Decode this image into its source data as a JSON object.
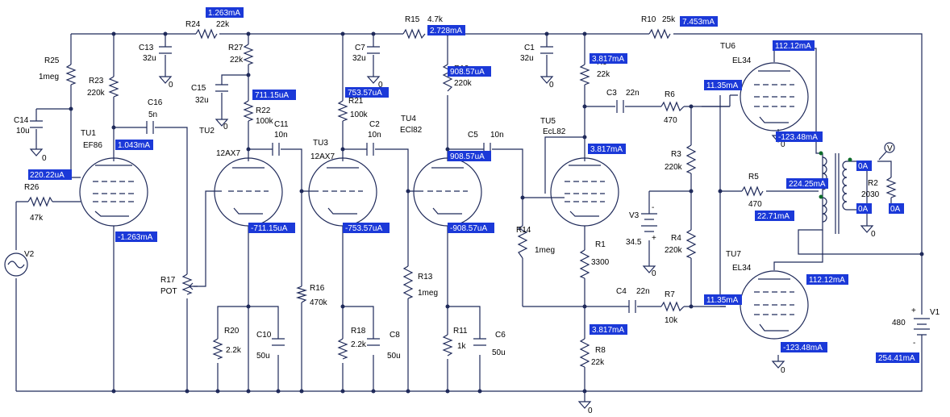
{
  "labels": {
    "R24": "R24",
    "R24v": "22k",
    "R25": "R25",
    "R25v": "1meg",
    "R23": "R23",
    "R23v": "220k",
    "C13": "C13",
    "C13v": "32u",
    "C14": "C14",
    "C14v": "10u",
    "C16": "C16",
    "C16v": "5n",
    "TU1": "TU1",
    "TU1t": "EF86",
    "R26": "R26",
    "R26v": "47k",
    "V2": "V2",
    "R27": "R27",
    "R27v": "22k",
    "C15": "C15",
    "C15v": "32u",
    "TU2": "TU2",
    "R22": "R22",
    "R22v": "100k",
    "C11": "C11",
    "C11v": "10n",
    "TU2t": "12AX7",
    "R17": "R17",
    "R17v": "POT",
    "R20": "R20",
    "R20v": "2.2k",
    "C10": "C10",
    "C10v": "50u",
    "R16": "R16",
    "R16v": "470k",
    "C7": "C7",
    "C7v": "32u",
    "R21": "R21",
    "R21v": "100k",
    "C2": "C2",
    "C2v": "10n",
    "TU3": "TU3",
    "TU3t": "12AX7",
    "R18": "R18",
    "R18v": "2.2k",
    "C8": "C8",
    "C8v": "50u",
    "R15": "R15",
    "R15v": "4.7k",
    "R13": "R13",
    "R13v": "1meg",
    "TU4": "TU4",
    "TU4t": "ECl82",
    "R12": "R12",
    "R12v": "220k",
    "C5": "C5",
    "C5v": "10n",
    "R11": "R11",
    "R11v": "1k",
    "C6": "C6",
    "C6v": "50u",
    "C1": "C1",
    "C1v": "32u",
    "R9": "R9",
    "R9v": "22k",
    "R14": "R14",
    "R14v": "1meg",
    "TU5": "TU5",
    "TU5t": "EcL82",
    "R1": "R1",
    "R1v": "3300",
    "R8": "R8",
    "R8v": "22k",
    "C3": "C3",
    "C3v": "22n",
    "R6": "R6",
    "R6v": "470",
    "R3": "R3",
    "R3v": "220k",
    "V3": "V3",
    "V3v": "34.5",
    "R4": "R4",
    "R4v": "220k",
    "C4": "C4",
    "C4v": "22n",
    "R7": "R7",
    "R7v": "10k",
    "R10": "R10",
    "R10v": "25k",
    "TU6": "TU6",
    "TU6t": "EL34",
    "R5": "R5",
    "R5v": "470",
    "R2": "R2",
    "R2v": "2030",
    "TU7": "TU7",
    "TU7t": "EL34",
    "V1": "V1",
    "V1v": "480",
    "plus": "+",
    "minus": "-",
    "zero": "0",
    "probe": "V"
  },
  "meters": {
    "m1": "1.263mA",
    "m2": "711.15uA",
    "m3": "1.043mA",
    "m4": "220.22uA",
    "m5": "-1.263mA",
    "m6": "-711.15uA",
    "m7": "753.57uA",
    "m8": "-753.57uA",
    "m9": "2.728mA",
    "m10": "908.57uA",
    "m11": "908.57uA",
    "m12": "-908.57uA",
    "m13": "3.817mA",
    "m14": "3.817mA",
    "m15": "3.817mA",
    "m16": "7.453mA",
    "m17": "112.12mA",
    "m18": "11.35mA",
    "m19": "-123.48mA",
    "m20": "224.25mA",
    "m21": "22.71mA",
    "m22": "0A",
    "m23": "0A",
    "m24": "0A",
    "m25": "112.12mA",
    "m26": "11.35mA",
    "m27": "-123.48mA",
    "m28": "254.41mA"
  },
  "colors": {
    "wire": "#1f2a5a",
    "meter": "#1b39d8",
    "phase_dot": "#0d6b2a"
  }
}
